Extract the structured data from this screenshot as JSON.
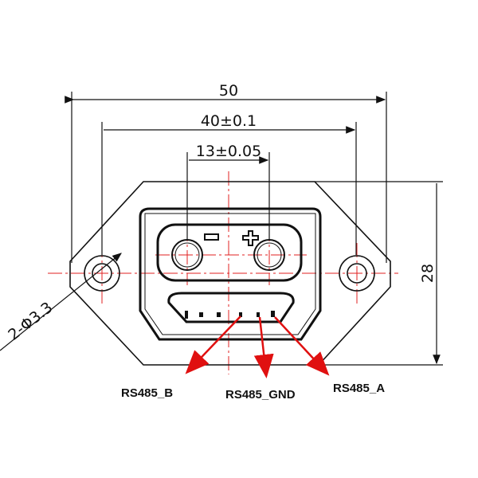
{
  "drawing": {
    "dimensions": {
      "overall_width": "50",
      "hole_spacing": "40±0.1",
      "pin_spacing": "13±0.05",
      "height": "28",
      "hole_callout": "2-Φ3.3"
    },
    "polarity": {
      "negative": "−",
      "positive": "+"
    },
    "pin_labels": [
      "RS485_B",
      "RS485_GND",
      "RS485_A"
    ],
    "colors": {
      "lines": "#111111",
      "centerlines": "#e02020",
      "arrows": "#e01010"
    }
  }
}
